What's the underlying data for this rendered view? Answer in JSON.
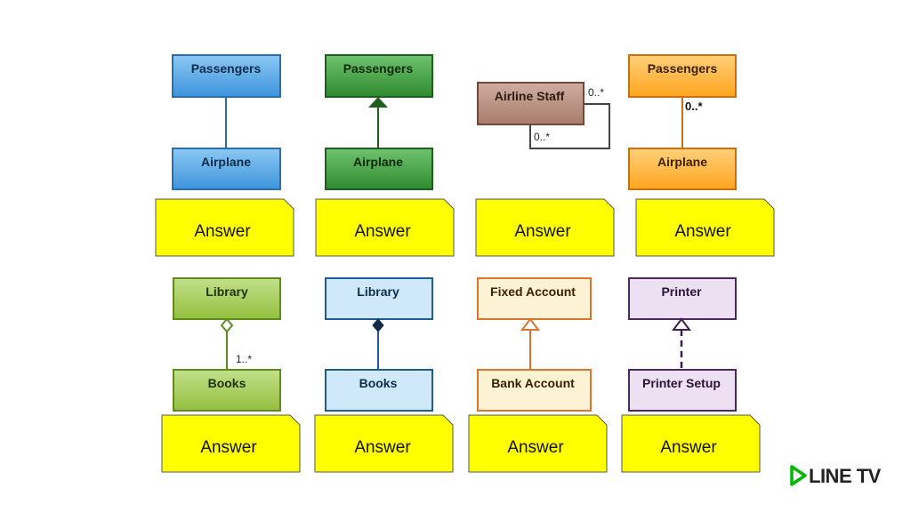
{
  "diagrams": {
    "association": {
      "top": "Passengers",
      "bottom": "Airplane"
    },
    "inheritance": {
      "top": "Passengers",
      "bottom": "Airplane"
    },
    "self_association": {
      "class": "Airline Staff",
      "mult_top": "0..*",
      "mult_bottom": "0..*"
    },
    "multiplicity": {
      "top": "Passengers",
      "bottom": "Airplane",
      "mult": "0..*"
    },
    "aggregation": {
      "top": "Library",
      "bottom": "Books",
      "mult": "1..*"
    },
    "composition": {
      "top": "Library",
      "bottom": "Books"
    },
    "generalization": {
      "top": "Fixed Account",
      "bottom": "Bank Account"
    },
    "realization": {
      "top": "Printer",
      "bottom": "Printer Setup"
    }
  },
  "answers": [
    "Answer",
    "Answer",
    "Answer",
    "Answer",
    "Answer",
    "Answer",
    "Answer",
    "Answer"
  ],
  "brand": {
    "name": "LINE TV",
    "color": "#00b900"
  },
  "colors": {
    "blue": "#4a9fe0",
    "green": "#3e9a3e",
    "brown": "#b08878",
    "orange": "#ffb030",
    "lime": "#9dc64a",
    "lightblue": "#cfe9fb",
    "cream": "#fdf3d4",
    "lavender": "#ede0f3",
    "note": "#ffff00"
  }
}
